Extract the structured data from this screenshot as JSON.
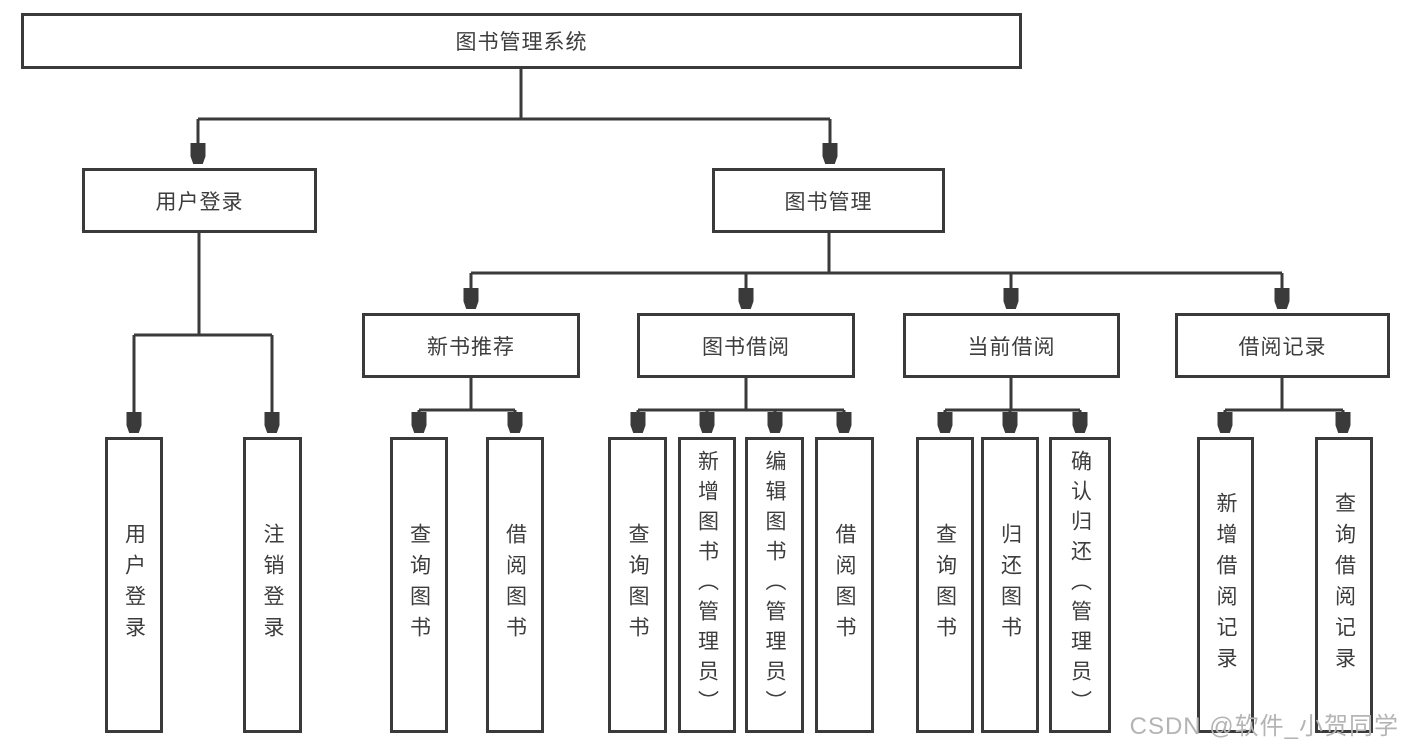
{
  "diagram": {
    "root": "图书管理系统",
    "user_login": {
      "label": "用户登录",
      "children": [
        "用户登录",
        "注销登录"
      ]
    },
    "book_management": {
      "label": "图书管理",
      "sections": [
        {
          "label": "新书推荐",
          "children": [
            "查询图书",
            "借阅图书"
          ]
        },
        {
          "label": "图书借阅",
          "children": [
            "查询图书",
            "新增图书（管理员）",
            "编辑图书（管理员）",
            "借阅图书"
          ]
        },
        {
          "label": "当前借阅",
          "children": [
            "查询图书",
            "归还图书",
            "确认归还（管理员）"
          ]
        },
        {
          "label": "借阅记录",
          "children": [
            "新增借阅记录",
            "查询借阅记录"
          ]
        }
      ]
    }
  },
  "watermark": "CSDN @软件_小贺同学",
  "colors": {
    "line": "#3a3a3a",
    "text": "#3d3d3d",
    "watermark": "#b4b4b4",
    "background": "#ffffff"
  }
}
